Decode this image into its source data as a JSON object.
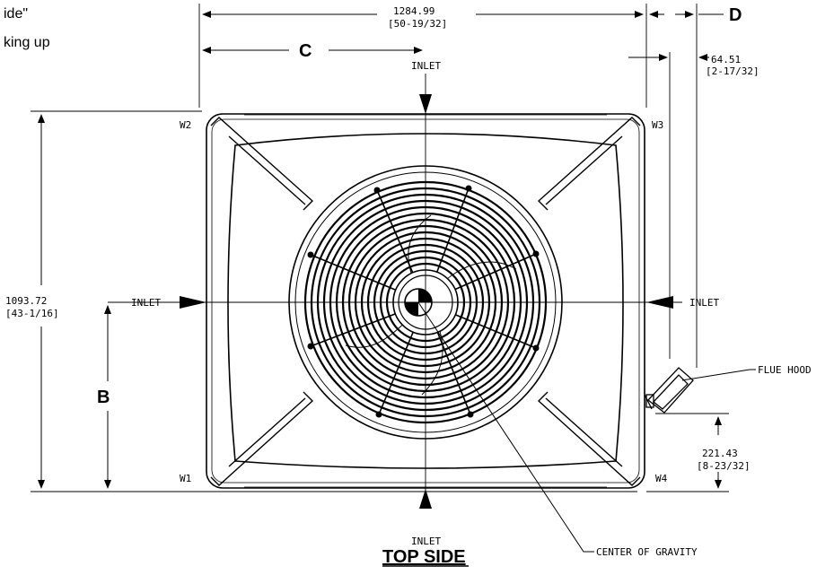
{
  "note_lines": [
    "ide\"",
    "king up"
  ],
  "title": "TOP SIDE",
  "dimensions": {
    "overall_width": {
      "mm": "1284.99",
      "in": "[50-19/32]"
    },
    "overall_depth": {
      "mm": "1093.72",
      "in": "[43-1/16]"
    },
    "flue_offset": {
      "mm": "64.51",
      "in": "[2-17/32]"
    },
    "flue_height": {
      "mm": "221.43",
      "in": "[8-23/32]"
    }
  },
  "letters": {
    "b": "B",
    "c": "C",
    "d": "D"
  },
  "inlet_label": "INLET",
  "corners": {
    "w1": "W1",
    "w2": "W2",
    "w3": "W3",
    "w4": "W4"
  },
  "callouts": {
    "flue_hood": "FLUE HOOD",
    "center_of_gravity": "CENTER OF GRAVITY"
  }
}
